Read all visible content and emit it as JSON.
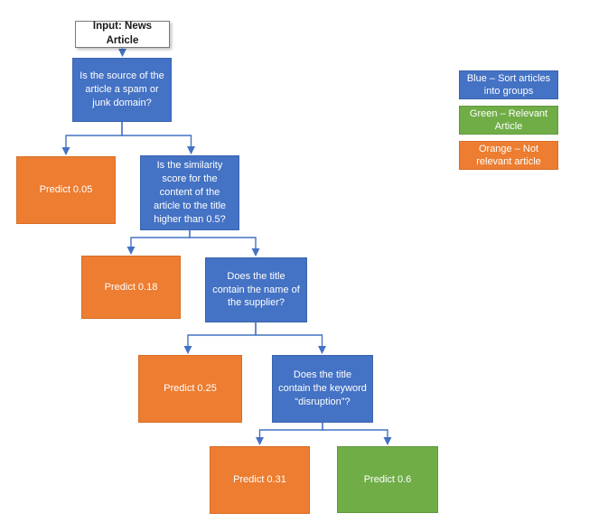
{
  "diagram": {
    "nodes": {
      "input": {
        "label": "Input: News Article"
      },
      "q_spam": {
        "label": "Is the source of the article a spam or junk domain?"
      },
      "p_005": {
        "label": "Predict 0.05"
      },
      "q_similarity": {
        "label": "Is the similarity score for the content of the article to the title higher than 0.5?"
      },
      "p_018": {
        "label": "Predict 0.18"
      },
      "q_supplier": {
        "label": "Does the title contain the name of the supplier?"
      },
      "p_025": {
        "label": "Predict 0.25"
      },
      "q_disruption": {
        "label": "Does the title contain the keyword “disruption”?"
      },
      "p_031": {
        "label": "Predict 0.31"
      },
      "p_06": {
        "label": "Predict 0.6"
      }
    },
    "legend": {
      "blue": {
        "label": "Blue – Sort articles into groups",
        "color": "#4472C4"
      },
      "green": {
        "label": "Green – Relevant Article",
        "color": "#70AD47"
      },
      "orange": {
        "label": "Orange – Not relevant article",
        "color": "#ED7D31"
      }
    },
    "colors": {
      "question_blue": "#4472C4",
      "relevant_green": "#70AD47",
      "not_relevant_orange": "#ED7D31",
      "connector_blue": "#4472C4"
    }
  }
}
